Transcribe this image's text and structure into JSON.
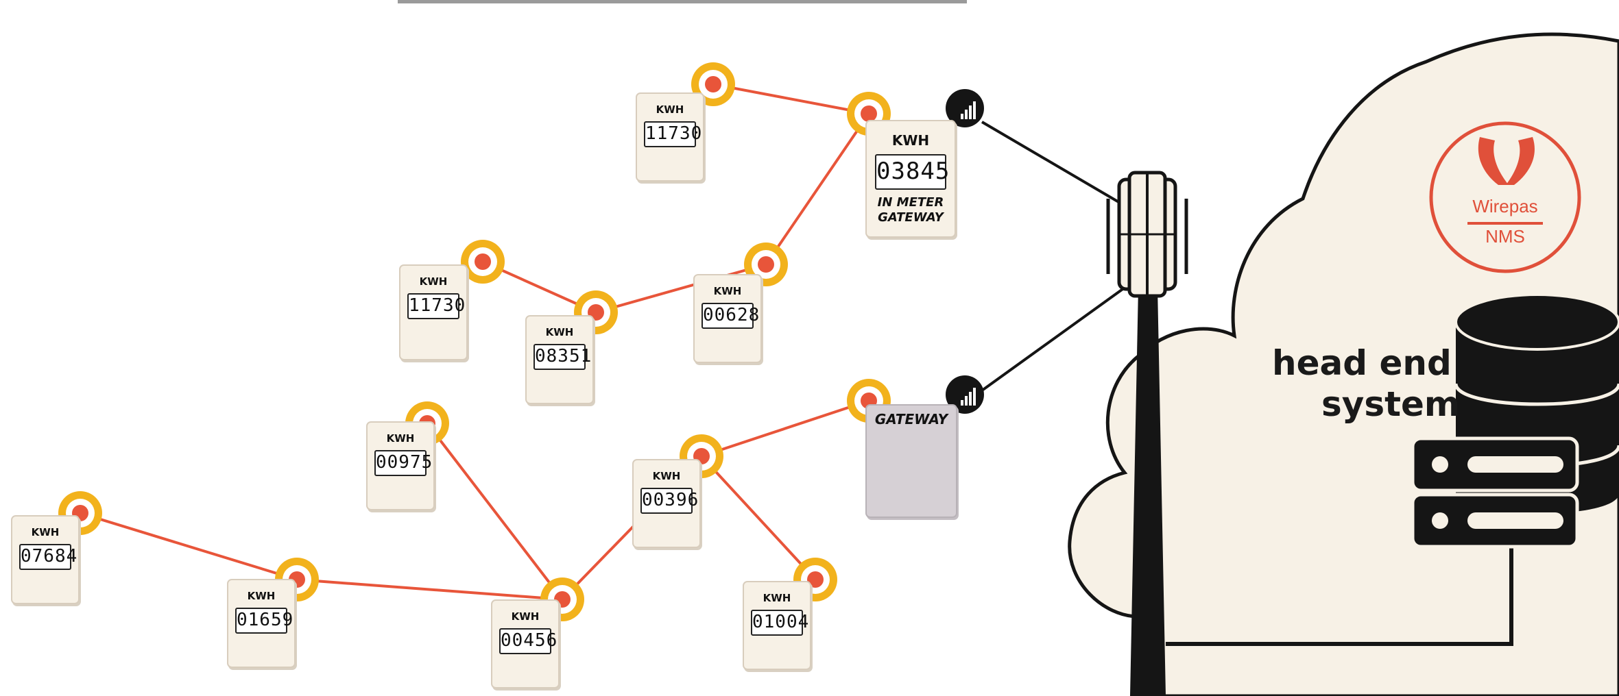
{
  "meters": [
    {
      "id": "m1",
      "label": "KWH",
      "reading": "11730"
    },
    {
      "id": "m2",
      "label": "KWH",
      "reading": "11730"
    },
    {
      "id": "m3",
      "label": "KWH",
      "reading": "08351"
    },
    {
      "id": "m4",
      "label": "KWH",
      "reading": "00628"
    },
    {
      "id": "m5",
      "label": "KWH",
      "reading": "00975"
    },
    {
      "id": "m6",
      "label": "KWH",
      "reading": "00396"
    },
    {
      "id": "m7",
      "label": "KWH",
      "reading": "07684"
    },
    {
      "id": "m8",
      "label": "KWH",
      "reading": "01659"
    },
    {
      "id": "m9",
      "label": "KWH",
      "reading": "00456"
    },
    {
      "id": "m10",
      "label": "KWH",
      "reading": "01004"
    }
  ],
  "in_meter_gateway": {
    "label": "KWH",
    "reading": "03845",
    "caption_line1": "IN METER",
    "caption_line2": "GATEWAY"
  },
  "gateway": {
    "label": "GATEWAY",
    "arrows_icon": "up-down-arrows-icon"
  },
  "cloud": {
    "brand_name": "Wirepas",
    "brand_product": "NMS",
    "system_line1": "head end",
    "system_line2": "system",
    "icons": [
      "wirepas-logo-icon",
      "database-icon",
      "server-icon"
    ]
  },
  "tower_icon": "cell-tower-icon",
  "colors": {
    "link": "#e8553a",
    "node_outer": "#f2b21c",
    "node_inner": "#e8553a",
    "meter_bg": "#f7f1e6",
    "cloud_bg": "#f7f1e6",
    "gateway_bg": "#d6d0d5"
  }
}
